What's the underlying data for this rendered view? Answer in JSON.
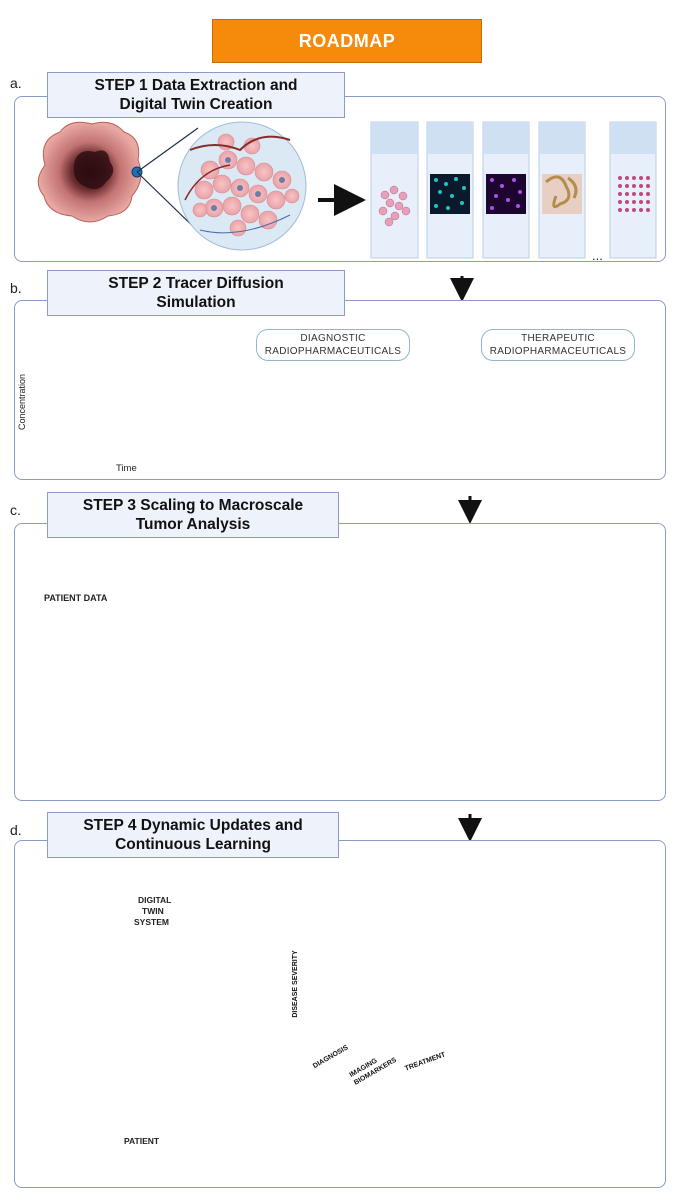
{
  "header": {
    "title": "ROADMAP"
  },
  "steps": [
    {
      "letter": "a.",
      "title_line1": "STEP 1 Data Extraction and",
      "title_line2": "Digital Twin Creation"
    },
    {
      "letter": "b.",
      "title_line1": "STEP 2 Tracer Diffusion",
      "title_line2": "Simulation"
    },
    {
      "letter": "c.",
      "title_line1": "STEP 3 Scaling to Macroscale",
      "title_line2": "Tumor Analysis"
    },
    {
      "letter": "d.",
      "title_line1": "STEP 4 Dynamic Updates and",
      "title_line2": "Continuous Learning"
    }
  ],
  "step1": {
    "ellipsis": "..."
  },
  "step2": {
    "ylabel": "Concentration",
    "xlabel": "Time",
    "diagnostic_line1": "DIAGNOSTIC",
    "diagnostic_line2": "RADIOPHARMACEUTICALS",
    "therapeutic_line1": "THERAPEUTIC",
    "therapeutic_line2": "RADIOPHARMACEUTICALS",
    "colors": {
      "purple": "#7b3fa0",
      "blue": "#1f6fd1",
      "green": "#2e9e48",
      "orange": "#f5b324"
    }
  },
  "step3": {
    "patient_data": "PATIENT DATA"
  },
  "step4": {
    "digital_twin_line1": "DIGITAL",
    "digital_twin_line2": "TWIN",
    "digital_twin_line3": "SYSTEM",
    "patient": "PATIENT",
    "ylabel": "DISEASE SEVERITY",
    "diagnosis": "DIAGNOSIS",
    "imaging_line1": "IMAGING",
    "imaging_line2": "BIOMARKERS",
    "treatment": "TREATMENT"
  }
}
